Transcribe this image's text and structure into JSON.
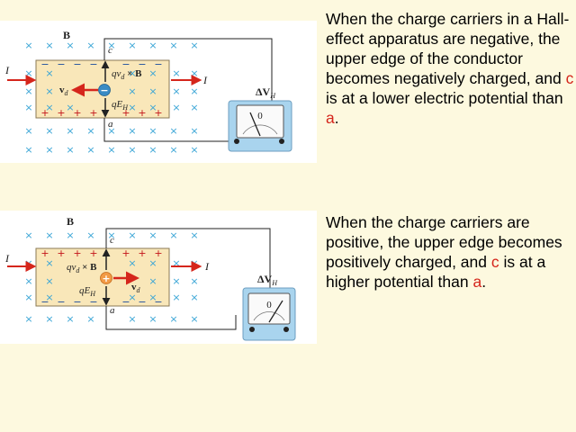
{
  "colors": {
    "background": "#fdf9df",
    "conductor": "#f9e7b9",
    "field_x": "#3aa5d6",
    "current_arrow": "#d5261c",
    "drift_arrow": "#d5261c",
    "negative_carrier": "#3a8bc4",
    "positive_carrier": "#f29a45",
    "highlight_text": "#d5261c",
    "meter": "#a9d4ee"
  },
  "top": {
    "diagram": {
      "field_label": "B",
      "current_left": "I",
      "current_right": "I",
      "terminal_top": "c",
      "terminal_bottom": "a",
      "force_top": "qv",
      "force_top_sub": "d",
      "force_top_tail": " × B",
      "force_bottom": "qE",
      "force_bottom_sub": "H",
      "drift_label": "v",
      "drift_sub": "d",
      "carrier_sign": "−",
      "edge_top_sign": "−",
      "edge_bottom_sign": "+",
      "meter_label": "ΔV",
      "meter_sub": "H",
      "meter_zero": "0",
      "needle_reading": "negative"
    },
    "text": {
      "p1": "When the charge carriers in a Hall-effect apparatus are negative, the upper edge of the conductor becomes negatively charged, and ",
      "c": "c",
      "p2": " is at a lower electric potential than ",
      "a": "a",
      "p3": "."
    }
  },
  "bottom": {
    "diagram": {
      "field_label": "B",
      "current_left": "I",
      "current_right": "I",
      "terminal_top": "c",
      "terminal_bottom": "a",
      "force_top": "qv",
      "force_top_sub": "d",
      "force_top_tail": " × B",
      "force_bottom": "qE",
      "force_bottom_sub": "H",
      "drift_label": "v",
      "drift_sub": "d",
      "carrier_sign": "+",
      "edge_top_sign": "+",
      "edge_bottom_sign": "−",
      "meter_label": "ΔV",
      "meter_sub": "H",
      "meter_zero": "0",
      "needle_reading": "positive"
    },
    "text": {
      "p1": "When the charge carriers are positive, the upper edge becomes positively charged, and ",
      "c": "c",
      "p2": " is at a higher potential than ",
      "a": "a",
      "p3": "."
    }
  }
}
